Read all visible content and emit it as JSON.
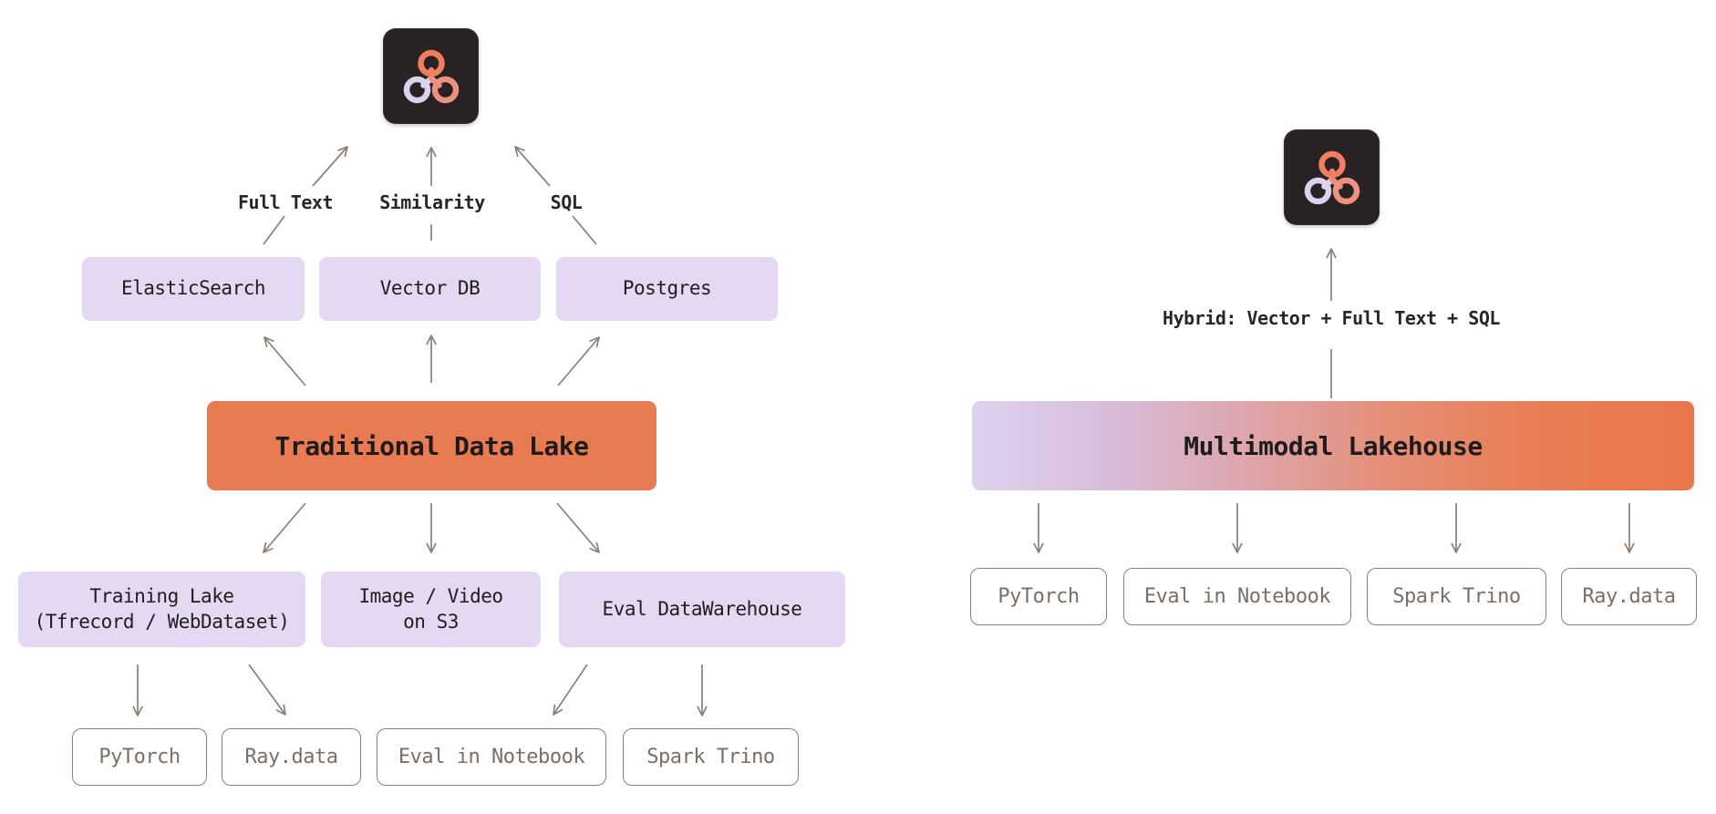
{
  "left_diagram": {
    "logo_name": "lancedb-logo",
    "query_labels": [
      "Full Text",
      "Similarity",
      "SQL"
    ],
    "engines": [
      "ElasticSearch",
      "Vector DB",
      "Postgres"
    ],
    "title": "Traditional Data Lake",
    "stores": [
      {
        "line1": "Training Lake",
        "line2": "(Tfrecord / WebDataset)"
      },
      {
        "line1": "Image / Video",
        "line2": "on S3"
      },
      {
        "line1": "Eval DataWarehouse",
        "line2": ""
      }
    ],
    "consumers": [
      "PyTorch",
      "Ray.data",
      "Eval in Notebook",
      "Spark Trino"
    ]
  },
  "right_diagram": {
    "logo_name": "lancedb-logo",
    "hybrid_label": "Hybrid: Vector + Full Text + SQL",
    "title": "Multimodal Lakehouse",
    "consumers": [
      "PyTorch",
      "Eval in Notebook",
      "Spark Trino",
      "Ray.data"
    ]
  },
  "colors": {
    "background": "#ffffff",
    "lavender_box": "#e4d8f3",
    "orange_box": "#e87b52",
    "gradient_left": "#ddd2ee",
    "gradient_right": "#e9764c",
    "arrow": "#8c8076",
    "plain_box_border": "#8c8076",
    "plain_box_text": "#7b6f65",
    "dark_text": "#211c1e",
    "logo_background": "#282322",
    "logo_circle_top": "#ef7f5f",
    "logo_circle_bottom_left": "#dbd2ef",
    "logo_circle_bottom_right": "#ee9180"
  }
}
